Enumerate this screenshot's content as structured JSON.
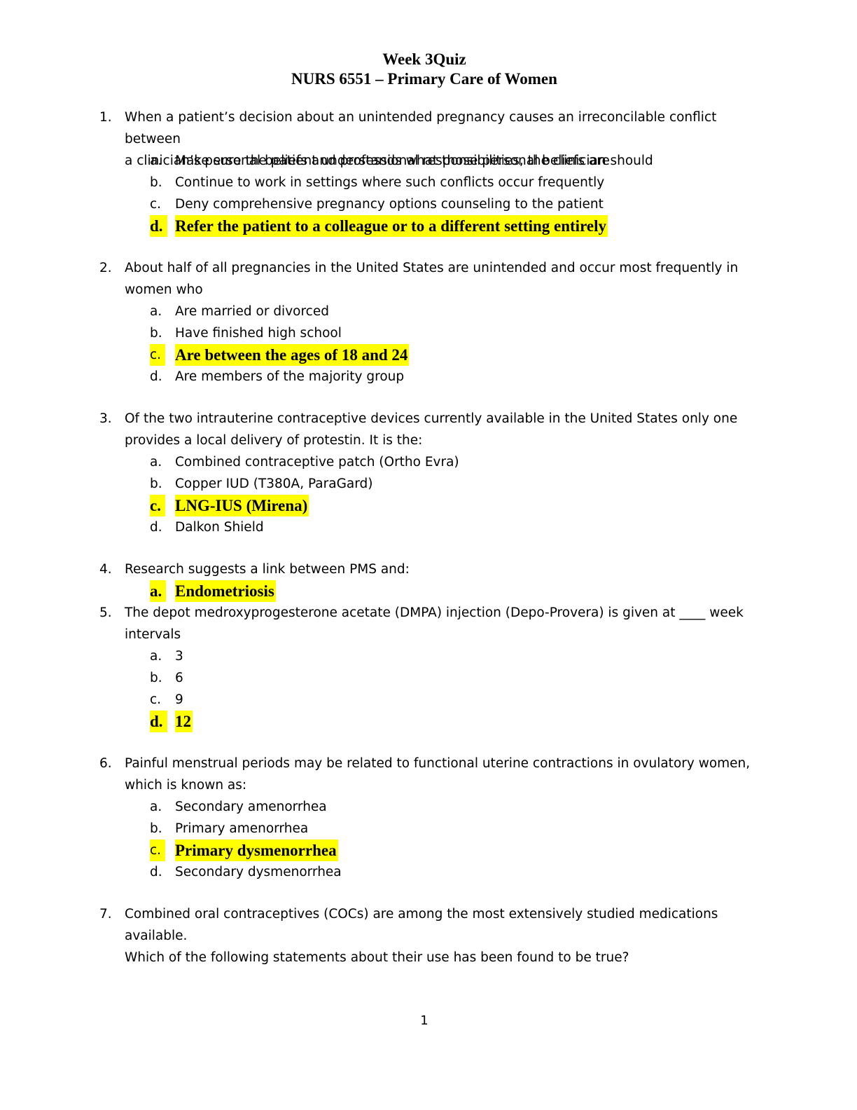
{
  "header": {
    "title": "Week 3Quiz",
    "subtitle": "NURS 6551 – Primary Care of Women"
  },
  "questions": [
    {
      "number": "1.",
      "lines": [
        "When a patient’s decision about an unintended pregnancy causes an irreconcilable conflict between",
        "a clinician’s personal beliefs and professional responsibilities, the clinician should"
      ],
      "options": [
        {
          "letter": "a.",
          "text": "Make sure the patient understands what those personal beliefs are",
          "answer": false,
          "bold_letter": false
        },
        {
          "letter": "b.",
          "text": "Continue to work in settings where such conflicts occur frequently",
          "answer": false,
          "bold_letter": false
        },
        {
          "letter": "c.",
          "text": "Deny comprehensive pregnancy options counseling to the patient",
          "answer": false,
          "bold_letter": false
        },
        {
          "letter": "d.",
          "text": "Refer the patient to a colleague or to a different setting entirely",
          "answer": true,
          "bold_letter": true
        }
      ]
    },
    {
      "number": "2.",
      "lines": [
        "About half of all pregnancies in the United States are unintended and occur most frequently in",
        "women who"
      ],
      "options": [
        {
          "letter": "a.",
          "text": "Are married or divorced",
          "answer": false,
          "bold_letter": false
        },
        {
          "letter": "b.",
          "text": "Have finished high school",
          "answer": false,
          "bold_letter": false
        },
        {
          "letter": "c.",
          "text": "Are between the ages of 18 and 24",
          "answer": true,
          "bold_letter": false
        },
        {
          "letter": "d.",
          "text": "Are members of the majority group",
          "answer": false,
          "bold_letter": false
        }
      ]
    },
    {
      "number": "3.",
      "lines": [
        "Of the two intrauterine contraceptive devices currently available in the United States only one",
        "provides a local delivery of protestin.  It is the:"
      ],
      "options": [
        {
          "letter": "a.",
          "text": "Combined contraceptive patch (Ortho Evra)",
          "answer": false,
          "bold_letter": false
        },
        {
          "letter": "b.",
          "text": "Copper IUD (T380A, ParaGard)",
          "answer": false,
          "bold_letter": false
        },
        {
          "letter": "c.",
          "text": "LNG-IUS (Mirena)",
          "answer": true,
          "bold_letter": true
        },
        {
          "letter": "d.",
          "text": "Dalkon Shield",
          "answer": false,
          "bold_letter": false
        }
      ]
    },
    {
      "number": "4.",
      "lines": [
        "Research suggests a link between PMS and:"
      ],
      "options": [
        {
          "letter": "a.",
          "text": "Endometriosis",
          "answer": true,
          "bold_letter": true
        }
      ]
    },
    {
      "number": "5.",
      "lines": [
        "The depot medroxyprogesterone acetate (DMPA) injection (Depo-Provera) is given at ____ week",
        "intervals"
      ],
      "options": [
        {
          "letter": "a.",
          "text": "3",
          "answer": false,
          "bold_letter": false
        },
        {
          "letter": "b.",
          "text": "6",
          "answer": false,
          "bold_letter": false
        },
        {
          "letter": "c.",
          "text": "9",
          "answer": false,
          "bold_letter": false
        },
        {
          "letter": "d.",
          "text": "12",
          "answer": true,
          "bold_letter": true
        }
      ]
    },
    {
      "number": "6.",
      "lines": [
        "Painful menstrual periods may be related to functional uterine contractions in ovulatory women,",
        "which is known as:"
      ],
      "options": [
        {
          "letter": "a.",
          "text": "Secondary amenorrhea",
          "answer": false,
          "bold_letter": false
        },
        {
          "letter": "b.",
          "text": "Primary amenorrhea",
          "answer": false,
          "bold_letter": false
        },
        {
          "letter": "c.",
          "text": "Primary dysmenorrhea",
          "answer": true,
          "bold_letter": false
        },
        {
          "letter": "d.",
          "text": "Secondary dysmenorrhea",
          "answer": false,
          "bold_letter": false
        }
      ]
    },
    {
      "number": "7.",
      "lines": [
        "Combined oral contraceptives (COCs) are among the most extensively studied medications available.",
        "Which of the following statements about their use has been found to be true?"
      ],
      "options": []
    }
  ],
  "footer": {
    "page_number": "1"
  }
}
